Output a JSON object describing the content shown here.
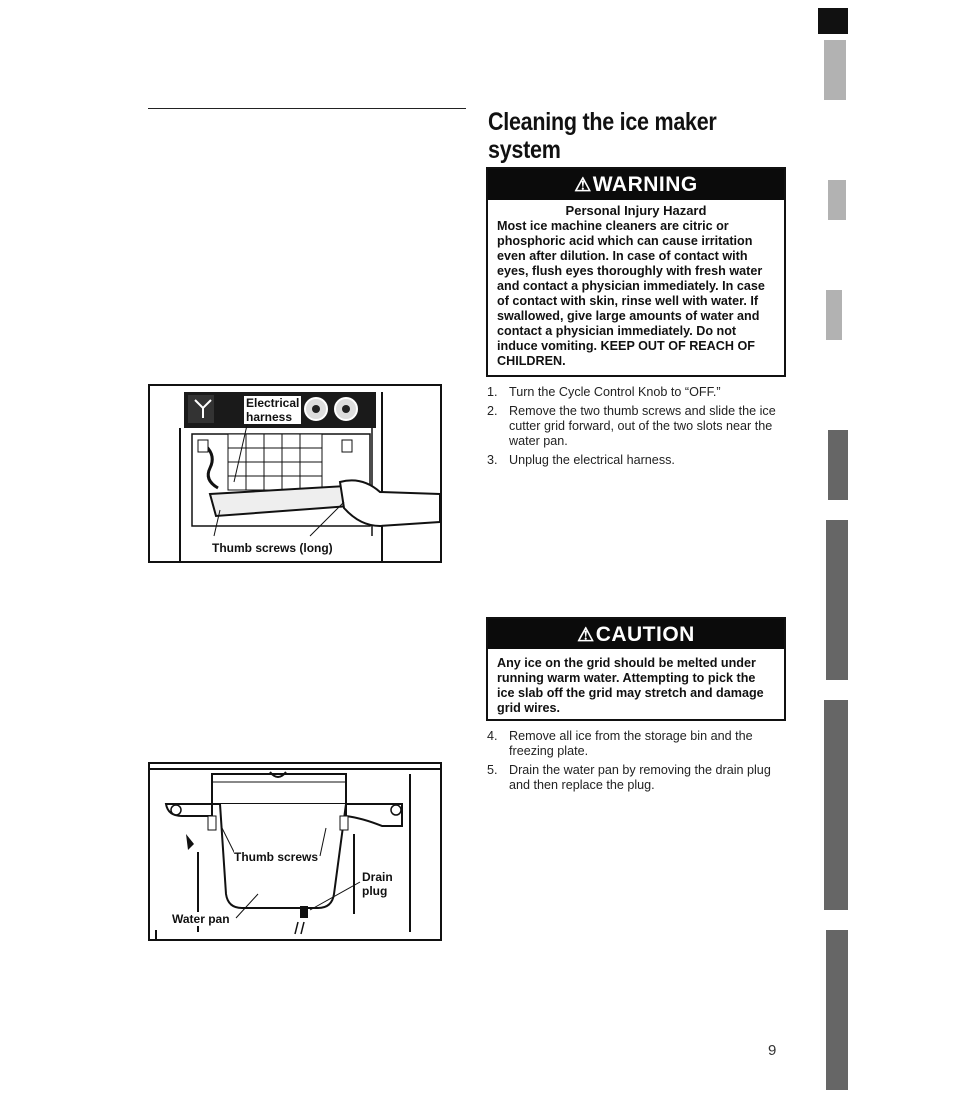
{
  "title": {
    "line1": "Cleaning the ice maker",
    "line2": "system"
  },
  "warning": {
    "heading": "WARNING",
    "subheading": "Personal Injury Hazard",
    "body": "Most ice machine cleaners are citric or phosphoric acid which can cause irritation even after dilution. In case of contact with eyes, flush eyes thoroughly with fresh water and contact a physician immediately. In case of contact with skin, rinse well with water. If swallowed, give large amounts of water and contact a physician immediately. Do not induce vomiting. KEEP OUT OF REACH OF CHILDREN."
  },
  "steps_1": [
    {
      "num": "1.",
      "text": "Turn the Cycle Control Knob to “OFF.”"
    },
    {
      "num": "2.",
      "text": "Remove the two thumb screws and slide the ice cutter grid forward, out of the two slots near the water pan."
    },
    {
      "num": "3.",
      "text": "Unplug the electrical harness."
    }
  ],
  "caution": {
    "heading": "CAUTION",
    "body": "Any ice on the grid should be melted under running warm water. Attempting to pick the ice slab off the grid may stretch and damage grid wires."
  },
  "steps_2": [
    {
      "num": "4.",
      "text": "Remove all ice from the storage bin and the freezing plate."
    },
    {
      "num": "5.",
      "text": "Drain the water pan by removing the drain plug and then replace the plug."
    }
  ],
  "figure_1": {
    "label_harness_1": "Electrical",
    "label_harness_2": "harness",
    "label_screws": "Thumb screws (long)"
  },
  "figure_2": {
    "label_screws": "Thumb screws",
    "label_drain_1": "Drain",
    "label_drain_2": "plug",
    "label_pan": "Water pan"
  },
  "page_number": "9",
  "icons": {
    "alert": "warning-triangle-icon"
  }
}
